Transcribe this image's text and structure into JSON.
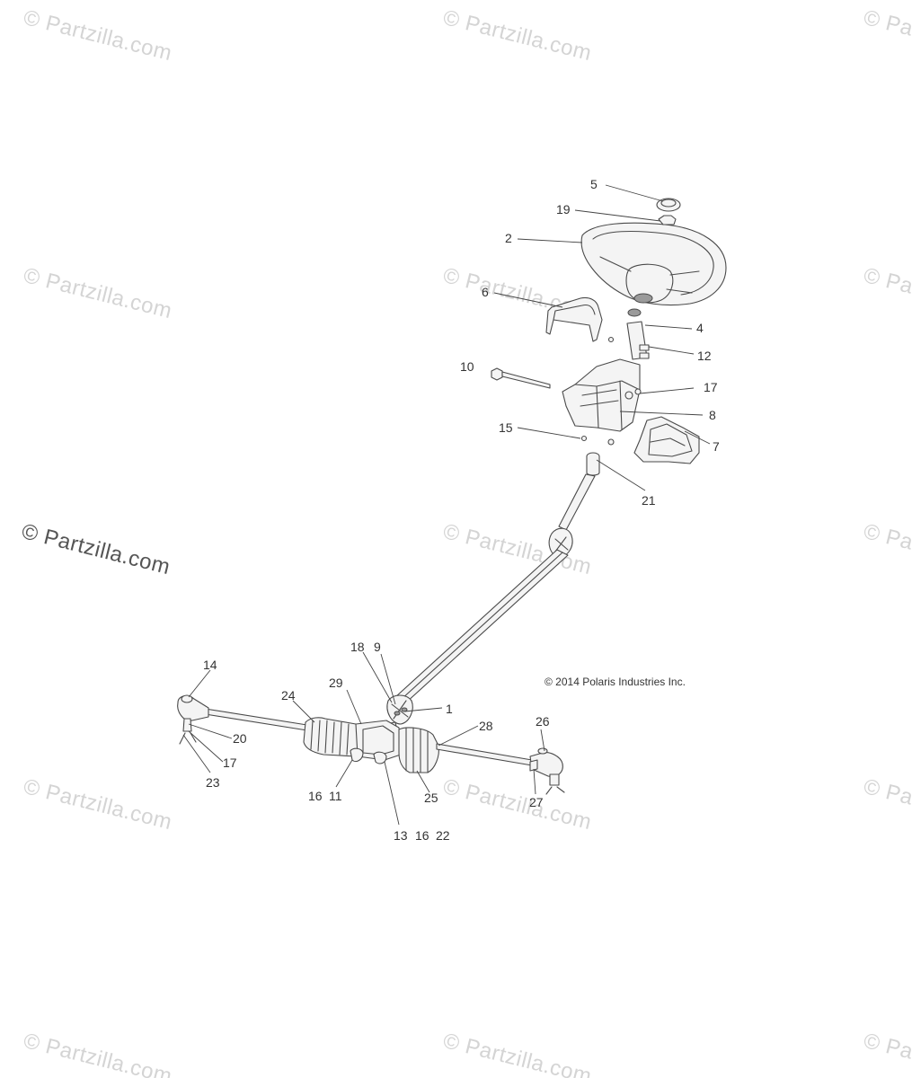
{
  "watermark_text": "© Partzilla.com",
  "copyright_note": "© 2014 Polaris Industries Inc.",
  "callouts": [
    "5",
    "19",
    "2",
    "6",
    "4",
    "12",
    "10",
    "17",
    "8",
    "15",
    "7",
    "21",
    "18",
    "9",
    "1",
    "14",
    "29",
    "24",
    "28",
    "26",
    "20",
    "17",
    "23",
    "16",
    "11",
    "25",
    "27",
    "13",
    "16",
    "22"
  ]
}
